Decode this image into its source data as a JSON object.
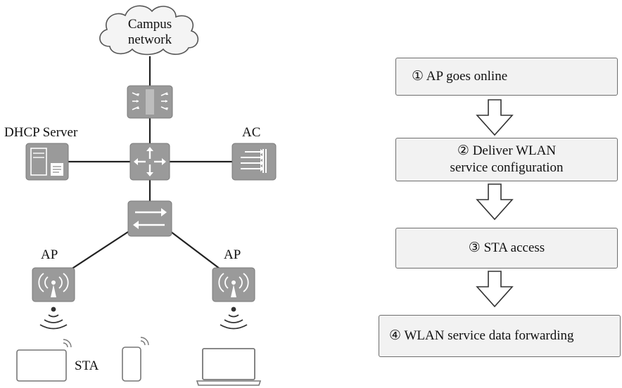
{
  "topology": {
    "cloud_label_line1": "Campus",
    "cloud_label_line2": "network",
    "dhcp_label": "DHCP Server",
    "ac_label": "AC",
    "ap_left_label": "AP",
    "ap_right_label": "AP",
    "sta_label": "STA"
  },
  "steps": [
    {
      "label": "① AP goes online"
    },
    {
      "label_line1": "② Deliver WLAN",
      "label_line2": "service configuration"
    },
    {
      "label": "③ STA access"
    },
    {
      "label": "④ WLAN service data forwarding"
    }
  ],
  "colors": {
    "device_fill": "#9a9a9a",
    "device_border": "#7a7a7a",
    "line": "#222222",
    "step_fill": "#f2f2f2",
    "step_border": "#6e6e6e"
  },
  "icons": [
    "cloud-icon",
    "firewall-icon",
    "router-icon",
    "dhcp-server-icon",
    "ac-icon",
    "switch-icon",
    "ap-icon",
    "wifi-signal-icon",
    "tablet-icon",
    "phone-icon",
    "laptop-icon",
    "down-arrow-icon"
  ]
}
